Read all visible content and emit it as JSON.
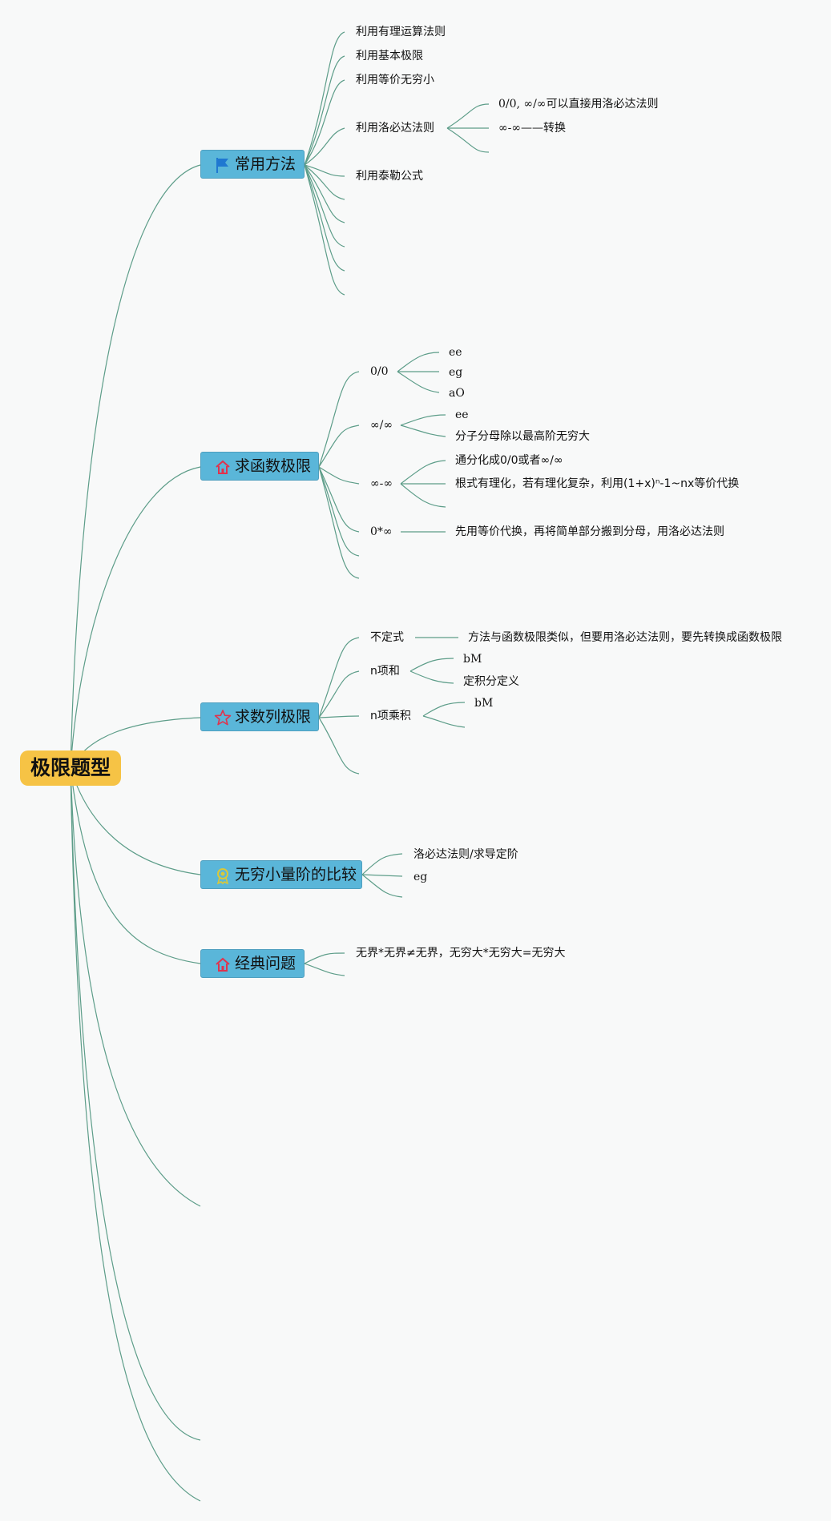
{
  "root": {
    "label": "极限题型"
  },
  "branches": {
    "methods": {
      "label": "常用方法",
      "icon": "flag-icon",
      "items": {
        "rational": "利用有理运算法则",
        "basic": "利用基本极限",
        "equiv": "利用等价无穷小",
        "lhopital": "利用洛必达法则",
        "taylor": "利用泰勒公式"
      },
      "lhopital_notes": {
        "direct": "0/0, ∞/∞可以直接用洛必达法则",
        "convert": "∞-∞——转换"
      }
    },
    "functions": {
      "label": "求函数极限",
      "icon": "house-icon",
      "forms": {
        "zero_zero": "0/0",
        "inf_inf": "∞/∞",
        "inf_minus_inf": "∞-∞",
        "zero_times_inf": "0*∞"
      },
      "zero_zero_notes": {
        "a": "ee",
        "b": "eg",
        "c": "aO"
      },
      "inf_inf_notes": {
        "a": "ee",
        "b": "分子分母除以最高阶无穷大"
      },
      "inf_minus_inf_notes": {
        "a": "通分化成0/0或者∞/∞",
        "b": "根式有理化，若有理化复杂，利用(1+x)ⁿ-1~nx等价代换"
      },
      "zero_times_inf_notes": {
        "a": "先用等价代换，再将简单部分搬到分母，用洛必达法则"
      }
    },
    "sequences": {
      "label": "求数列极限",
      "icon": "star-icon",
      "items": {
        "indeterminate": "不定式",
        "n_sum": "n项和",
        "n_product": "n项乘积"
      },
      "indeterminate_note": "方法与函数极限类似，但要用洛必达法则，要先转换成函数极限",
      "n_sum_notes": {
        "a": "bM",
        "b": "定积分定义"
      },
      "n_product_notes": {
        "a": "bM"
      }
    },
    "infinitesimal": {
      "label": "无穷小量阶的比较",
      "icon": "medal-icon",
      "items": {
        "a": "洛必达法则/求导定阶",
        "b": "eg"
      }
    },
    "classic": {
      "label": "经典问题",
      "icon": "house-icon",
      "items": {
        "a": "无界*无界≠无界，无穷大*无穷大=无穷大"
      }
    }
  },
  "colors": {
    "root": "#f6c345",
    "branch_fill": "#5ab6d9",
    "connector": "#5d9d89",
    "background": "#f8f9f9",
    "flag_icon": "#1f78d1",
    "house_icon": "#e0334d",
    "star_icon": "#e0334d",
    "medal_icon": "#d9c83a"
  }
}
